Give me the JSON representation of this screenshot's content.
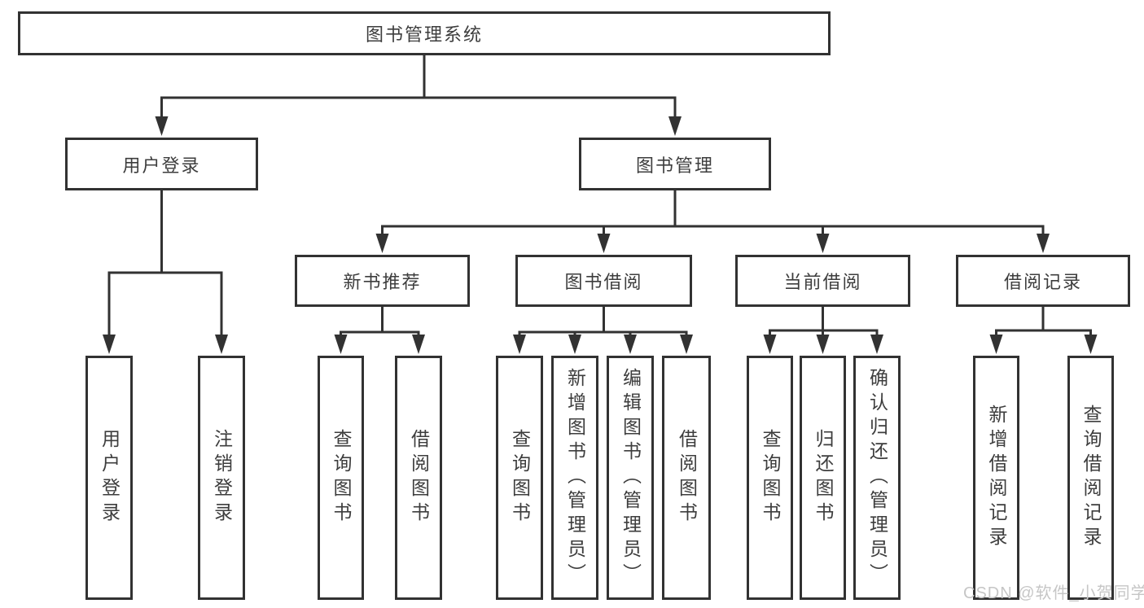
{
  "diagram": {
    "root": {
      "label": "图书管理系统"
    },
    "branches": [
      {
        "label": "用户登录",
        "children": [
          {
            "label": "用户登录"
          },
          {
            "label": "注销登录"
          }
        ]
      },
      {
        "label": "图书管理",
        "children": [
          {
            "label": "新书推荐",
            "children": [
              {
                "label": "查询图书"
              },
              {
                "label": "借阅图书"
              }
            ]
          },
          {
            "label": "图书借阅",
            "children": [
              {
                "label": "查询图书"
              },
              {
                "label": "新增图书（管理员）"
              },
              {
                "label": "编辑图书（管理员）"
              },
              {
                "label": "借阅图书"
              }
            ]
          },
          {
            "label": "当前借阅",
            "children": [
              {
                "label": "查询图书"
              },
              {
                "label": "归还图书"
              },
              {
                "label": "确认归还（管理员）"
              }
            ]
          },
          {
            "label": "借阅记录",
            "children": [
              {
                "label": "新增借阅记录"
              },
              {
                "label": "查询借阅记录"
              }
            ]
          }
        ]
      }
    ]
  },
  "watermark": {
    "text": "CSDN @软件_小贺同学"
  },
  "colors": {
    "line": "#323232",
    "box_border": "#323232",
    "text": "#3d3d3d",
    "watermark": "#c6c6c6",
    "background": "#ffffff"
  }
}
